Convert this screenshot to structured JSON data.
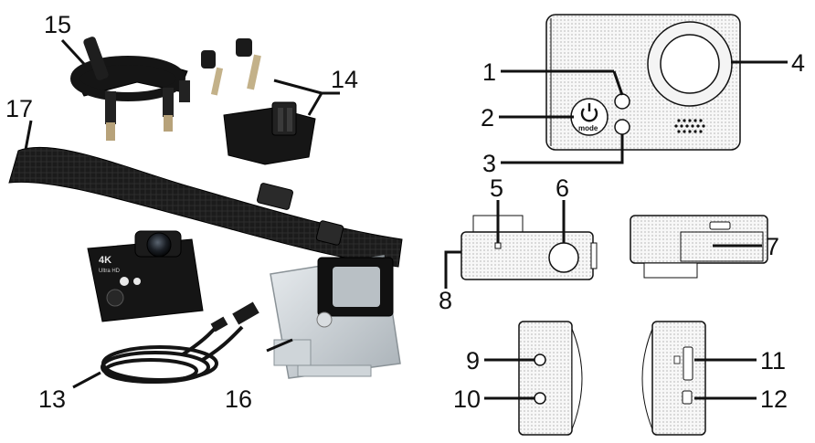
{
  "callouts": {
    "c1": "1",
    "c2": "2",
    "c3": "3",
    "c4": "4",
    "c5": "5",
    "c6": "6",
    "c7": "7",
    "c8": "8",
    "c9": "9",
    "c10": "10",
    "c11": "11",
    "c12": "12",
    "c13": "13",
    "c14": "14",
    "c15": "15",
    "c16": "16",
    "c17": "17"
  },
  "camera_marks": {
    "mode_label": "mode",
    "brand_4k": "4K",
    "brand_sub": "Ultra HD"
  },
  "colors": {
    "line": "#111111",
    "body_fill": "#f6f6f6",
    "texture": "#d9d9d9",
    "strap": "#1a1a1a",
    "mount": "#151515",
    "housing": "#c9cfd3"
  },
  "icons": [
    "power-icon",
    "speaker-grille-icon",
    "microsd-icon"
  ]
}
